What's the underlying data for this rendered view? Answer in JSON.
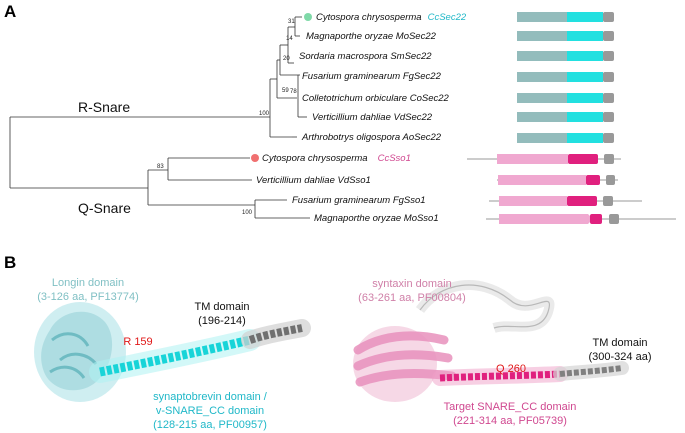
{
  "panels": {
    "a": "A",
    "b": "B"
  },
  "tree": {
    "clades": {
      "r": "R-Snare",
      "q": "Q-Snare"
    },
    "bootstrap": {
      "root": "100",
      "b1": "31",
      "b2": "14",
      "b3": "20",
      "b4": "59",
      "b5": "78",
      "qa": "83",
      "qb": "100"
    },
    "taxa": [
      {
        "species": "Cytospora chrysosperma",
        "gene": "CcSec22",
        "highlight": true
      },
      {
        "species": "Magnaporthe oryzae MoSec22",
        "gene": "",
        "highlight": false
      },
      {
        "species": "Sordaria macrospora SmSec22",
        "gene": "",
        "highlight": false
      },
      {
        "species": "Fusarium graminearum FgSec22",
        "gene": "",
        "highlight": false
      },
      {
        "species": "Colletotrichum orbiculare CoSec22",
        "gene": "",
        "highlight": false
      },
      {
        "species": "Verticillium dahliae VdSec22",
        "gene": "",
        "highlight": false
      },
      {
        "species": "Arthrobotrys oligospora AoSec22",
        "gene": "",
        "highlight": false
      },
      {
        "species": "Cytospora chrysosperma",
        "gene": "CcSso1",
        "highlight": true
      },
      {
        "species": "Verticillium dahliae VdSso1",
        "gene": "",
        "highlight": false
      },
      {
        "species": "Fusarium graminearum FgSso1",
        "gene": "",
        "highlight": false
      },
      {
        "species": "Magnaporthe oryzae MoSso1",
        "gene": "",
        "highlight": false
      }
    ]
  },
  "structures": {
    "left": {
      "longin": "Longin domain",
      "longin_range": "(3-126  aa, PF13774)",
      "tm": "TM domain",
      "tm_range": "(196-214)",
      "residue": "R 159",
      "snare1": "synaptobrevin domain /",
      "snare2": "v-SNARE_CC  domain",
      "snare3": "(128-215  aa, PF00957)"
    },
    "right": {
      "syntaxin": "syntaxin domain",
      "syntaxin_range": "(63-261  aa, PF00804)",
      "tm": "TM domain",
      "tm_range": "(300-324  aa)",
      "residue": "Q 260",
      "snare1": "Target  SNARE_CC domain",
      "snare2": "(221-314  aa, PF05739)"
    }
  },
  "colors": {
    "sec22_body": "#93bcbc",
    "sec22_snare": "#22e0e0",
    "tm": "#999999",
    "sso1_body": "#f0a8d0",
    "sso1_snare": "#e0207e",
    "sso1_line": "#cccccc",
    "cyan_text": "#20b8c8",
    "pink_text": "#d04890",
    "red_text": "#e01818",
    "longin_text": "#80c0c4",
    "syntaxin_text": "#d080a8",
    "dot_green": "#7fd9a8",
    "dot_red": "#f07070"
  }
}
